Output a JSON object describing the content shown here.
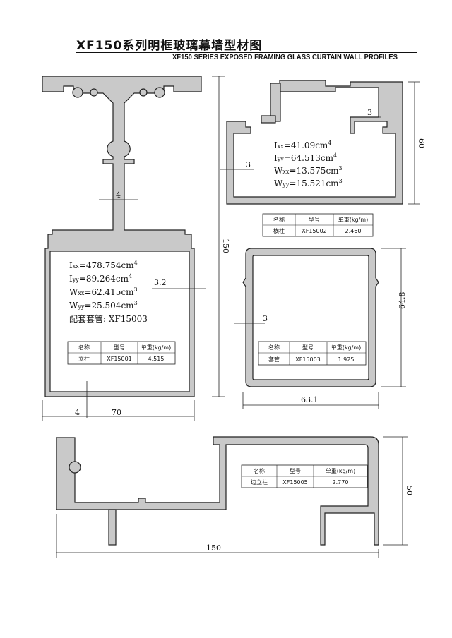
{
  "title": {
    "cn": "XF150系列明框玻璃幕墙型材图",
    "en": "XF150 SERIES EXPOSED FRAMING GLASS CURTAIN WALL PROFILES"
  },
  "table_headers": {
    "name": "名称",
    "model": "型号",
    "weight": "单重(kg/m)"
  },
  "mullion": {
    "props": {
      "ixx": "478.754",
      "iyy": "89.264",
      "wxx": "62.415",
      "wyy": "25.504"
    },
    "matching": "配套套管: XF15003",
    "name": "立柱",
    "model": "XF15001",
    "weight": "4.515",
    "dims": {
      "web": "4",
      "wall": "3.2",
      "height": "150",
      "bottom": "4",
      "width": "70"
    }
  },
  "transom": {
    "props": {
      "ixx": "41.09",
      "iyy": "64.513",
      "wxx": "13.575",
      "wyy": "15.521"
    },
    "name": "横柱",
    "model": "XF15002",
    "weight": "2.460",
    "dims": {
      "top_wall": "3",
      "side_wall": "3",
      "height": "60"
    }
  },
  "sleeve": {
    "name": "套管",
    "model": "XF15003",
    "weight": "1.925",
    "dims": {
      "wall": "3",
      "height": "64.8",
      "width": "63.1"
    }
  },
  "edge_mullion": {
    "name": "边立柱",
    "model": "XF15005",
    "weight": "2.770",
    "dims": {
      "height": "50",
      "width": "150"
    }
  }
}
